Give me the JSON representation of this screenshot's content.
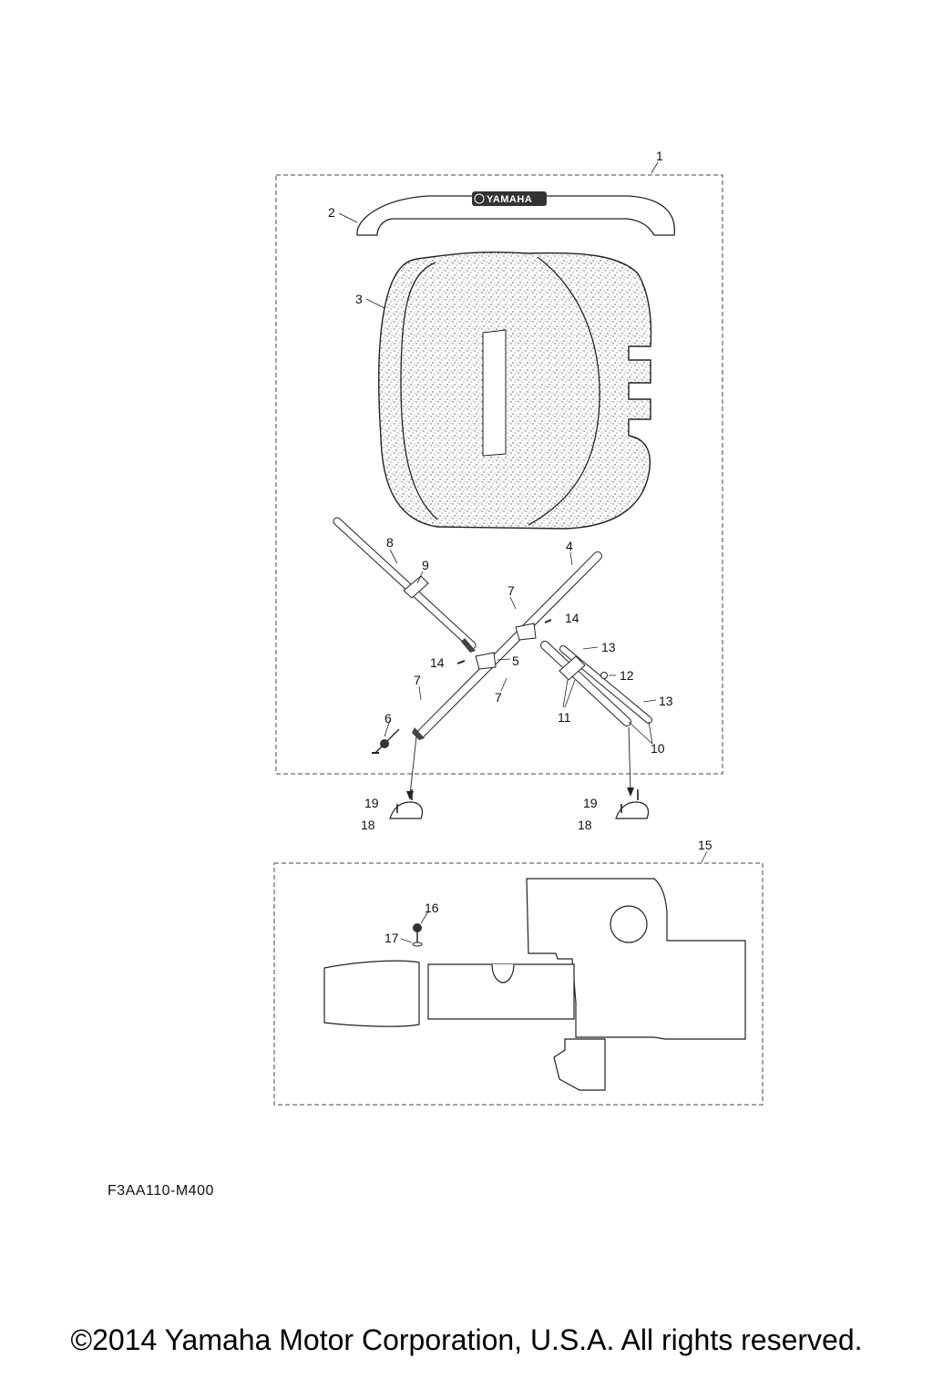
{
  "brand_logo_text": "YAMAHA",
  "callouts": {
    "c1": "1",
    "c2": "2",
    "c3": "3",
    "c4": "4",
    "c5": "5",
    "c6": "6",
    "c7a": "7",
    "c7b": "7",
    "c7c": "7",
    "c8": "8",
    "c9": "9",
    "c10": "10",
    "c11": "11",
    "c12": "12",
    "c13a": "13",
    "c13b": "13",
    "c14a": "14",
    "c14b": "14",
    "c15": "15",
    "c16": "16",
    "c17": "17",
    "c18a": "18",
    "c18b": "18",
    "c19a": "19",
    "c19b": "19"
  },
  "drawing_code": "F3AA110-M400",
  "copyright": "©2014 Yamaha Motor Corporation, U.S.A. All rights reserved."
}
